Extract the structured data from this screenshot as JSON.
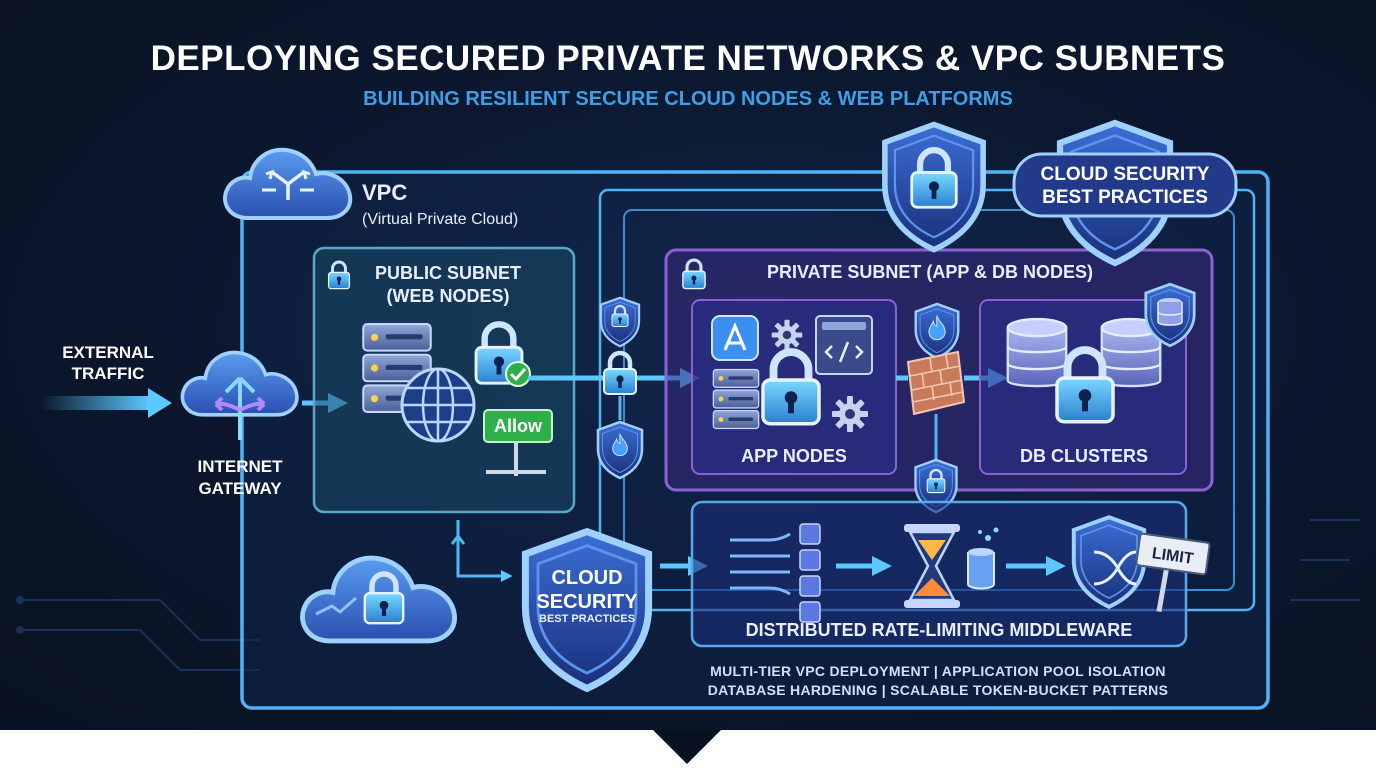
{
  "header": {
    "title": "DEPLOYING SECURED PRIVATE NETWORKS & VPC SUBNETS",
    "subtitle": "BUILDING RESILIENT SECURE CLOUD NODES & WEB PLATFORMS"
  },
  "vpc": {
    "title": "VPC",
    "subtitle": "(Virtual Private Cloud)"
  },
  "external": {
    "line1": "EXTERNAL",
    "line2": "TRAFFIC"
  },
  "gateway": {
    "line1": "INTERNET",
    "line2": "GATEWAY"
  },
  "public_subnet": {
    "line1": "PUBLIC SUBNET",
    "line2": "(WEB NODES)",
    "allow_label": "Allow"
  },
  "private_subnet": {
    "title": "PRIVATE SUBNET (APP & DB NODES)",
    "app_nodes": "APP NODES",
    "db_clusters": "DB CLUSTERS"
  },
  "top_shield": {
    "line1": "CLOUD SECURITY",
    "line2": "BEST PRACTICES"
  },
  "center_shield": {
    "line1": "CLOUD",
    "line2": "SECURITY",
    "line3": "BEST PRACTICES"
  },
  "middleware": {
    "title": "DISTRIBUTED RATE-LIMITING MIDDLEWARE",
    "limit_label": "LIMIT"
  },
  "footer": {
    "line1": "MULTI-TIER VPC DEPLOYMENT | APPLICATION POOL ISOLATION",
    "line2": "DATABASE HARDENING | SCALABLE TOKEN-BUCKET PATTERNS"
  },
  "colors": {
    "background": "#0c1830",
    "accent_blue": "#3f9fe6",
    "flow_cyan": "#5cc8ff",
    "private_purple": "#8a63d2",
    "allow_green": "#2fae4a"
  }
}
